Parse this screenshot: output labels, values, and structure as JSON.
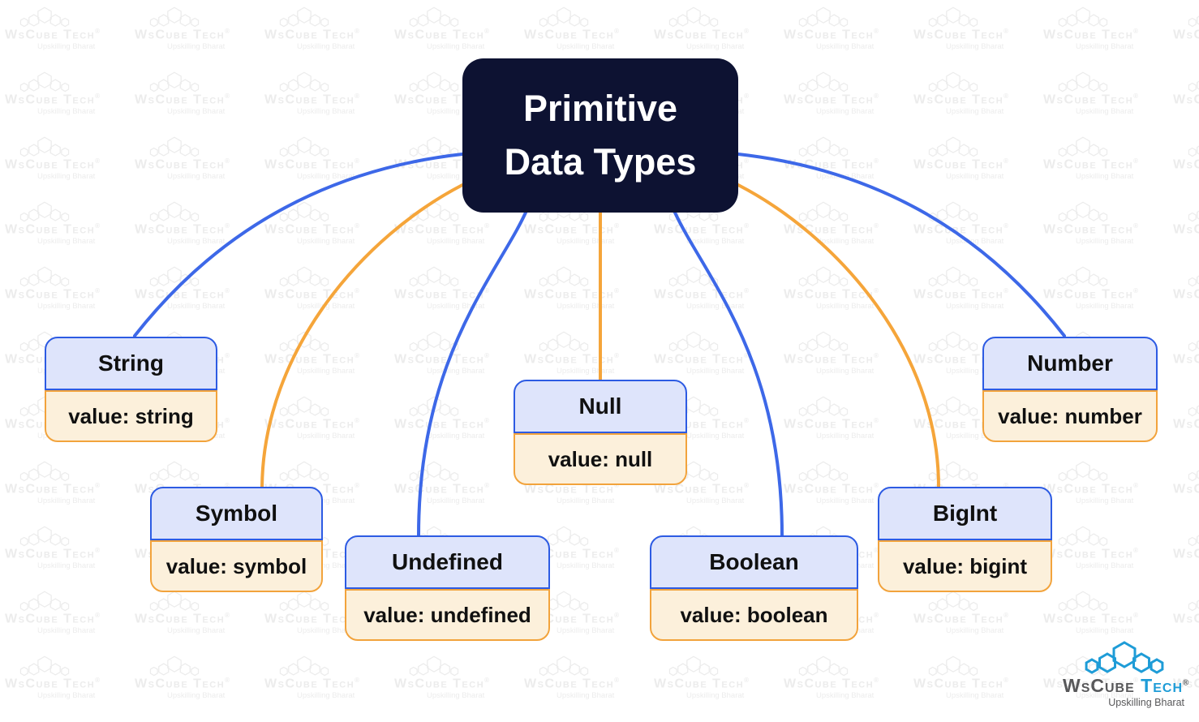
{
  "title": {
    "line1": "Primitive",
    "line2": "Data Types"
  },
  "nodes": [
    {
      "id": "string",
      "label": "String",
      "value": "value: string"
    },
    {
      "id": "symbol",
      "label": "Symbol",
      "value": "value: symbol"
    },
    {
      "id": "undefined",
      "label": "Undefined",
      "value": "value: undefined"
    },
    {
      "id": "null",
      "label": "Null",
      "value": "value: null"
    },
    {
      "id": "boolean",
      "label": "Boolean",
      "value": "value: boolean"
    },
    {
      "id": "bigint",
      "label": "BigInt",
      "value": "value: bigint"
    },
    {
      "id": "number",
      "label": "Number",
      "value": "value: number"
    }
  ],
  "watermark": {
    "brand": "WsCube Tech",
    "registered": "®",
    "tagline": "Upskilling Bharat"
  },
  "logo": {
    "brand_gray": "WsCube",
    "brand_blue": "Tech",
    "registered": "®",
    "tagline": "Upskilling Bharat"
  },
  "colors": {
    "title_bg": "#0d1232",
    "title_text": "#ffffff",
    "blue_line": "#3d68e8",
    "orange_line": "#f5a53a",
    "blue_border": "#2d5be3",
    "orange_border": "#f2a33c",
    "header_fill": "#dee4fb",
    "value_fill": "#fcf0db",
    "node_text": "#101010",
    "watermark_gray": "#ececec",
    "logo_blue": "#1e9cd7",
    "logo_gray": "#58585a"
  }
}
